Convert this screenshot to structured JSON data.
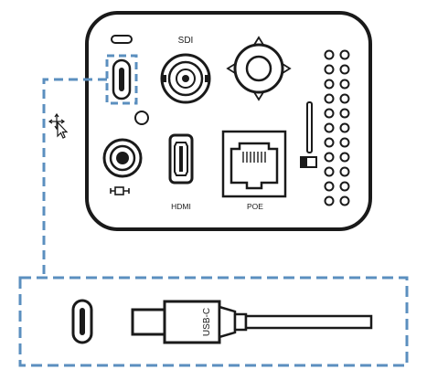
{
  "labels": {
    "sdi": "SDI",
    "hdmi": "HDMI",
    "poe": "POE",
    "usb_c": "USB-C"
  },
  "colors": {
    "outline": "#1a1a1a",
    "highlight": "#5b8fbf",
    "background": "#ffffff"
  },
  "icons": {
    "cursor": "move-cursor-icon",
    "audio": "audio-jack-icon"
  }
}
